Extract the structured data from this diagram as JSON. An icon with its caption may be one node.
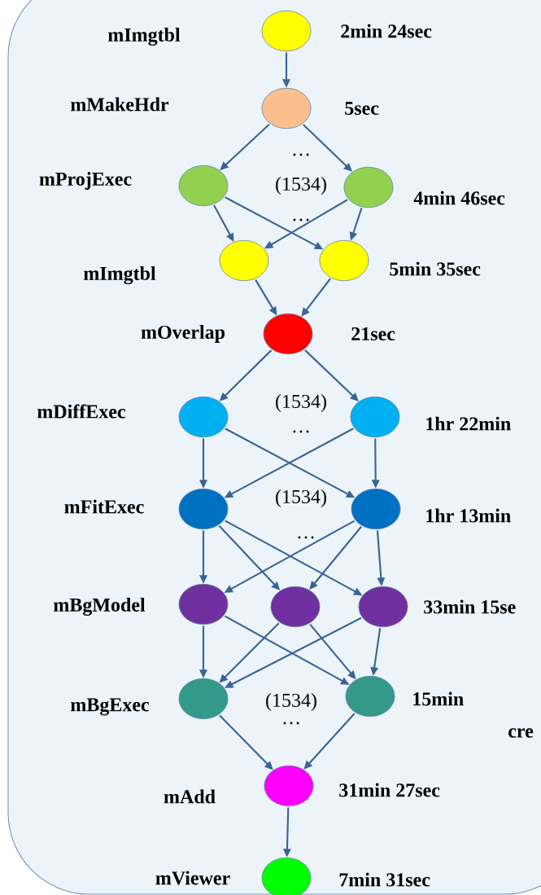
{
  "diagram": {
    "nodes": [
      {
        "text": [],
        "shape": "circle",
        "beside": [
          "2min 24sec"
        ]
      },
      {
        "text": [],
        "shape": "circle",
        "beside": [
          "5sec"
        ]
      },
      {
        "text": [],
        "shape": "circle",
        "beside": [
          "mProjExec"
        ]
      },
      {
        "text": [],
        "shape": "circle",
        "beside": [
          "4min 46sec"
        ]
      },
      {
        "text": [],
        "shape": "circle",
        "beside": [
          "mImgtbl"
        ]
      },
      {
        "text": [],
        "shape": "circle",
        "beside": [
          "5min 35sec"
        ]
      },
      {
        "text": [],
        "shape": "circle",
        "beside": [
          "mOverlap",
          "21sec"
        ]
      },
      {
        "text": [],
        "shape": "circle",
        "beside": [
          "mDiffExec"
        ]
      },
      {
        "text": [],
        "shape": "circle",
        "beside": [
          "1hr 22min"
        ]
      },
      {
        "text": [],
        "shape": "circle",
        "beside": [
          "mFitExec"
        ]
      },
      {
        "text": [],
        "shape": "circle",
        "beside": [
          "1hr 13min"
        ]
      },
      {
        "text": [],
        "shape": "circle",
        "beside": [
          "mBgModel"
        ]
      },
      {
        "text": [],
        "shape": "circle"
      },
      {
        "text": [],
        "shape": "circle",
        "beside": [
          "33min 15se"
        ]
      },
      {
        "text": [],
        "shape": "circle",
        "beside": [
          "mBgExec"
        ]
      },
      {
        "text": [],
        "shape": "circle",
        "beside": [
          "15min"
        ]
      },
      {
        "text": [],
        "shape": "circle",
        "beside": [
          "mAdd",
          "31min 27sec"
        ]
      },
      {
        "text": [],
        "shape": "circle",
        "beside": [
          "mViewer",
          "7min 31sec"
        ]
      }
    ],
    "edges": [
      {
        "from": 0,
        "to": 1,
        "arrow": "to"
      },
      {
        "from": 1,
        "to": 2,
        "arrow": "to"
      },
      {
        "from": 1,
        "to": 3,
        "arrow": "to"
      },
      {
        "from": 2,
        "to": 4,
        "arrow": "to"
      },
      {
        "from": 2,
        "to": 5,
        "arrow": "to"
      },
      {
        "from": 3,
        "to": 4,
        "arrow": "to"
      },
      {
        "from": 3,
        "to": 5,
        "arrow": "to"
      },
      {
        "from": 4,
        "to": 6,
        "arrow": "to"
      },
      {
        "from": 5,
        "to": 6,
        "arrow": "to"
      },
      {
        "from": 6,
        "to": 7,
        "arrow": "to"
      },
      {
        "from": 6,
        "to": 8,
        "arrow": "to"
      },
      {
        "from": 7,
        "to": 9,
        "arrow": "to"
      },
      {
        "from": 7,
        "to": 10,
        "arrow": "to"
      },
      {
        "from": 8,
        "to": 9,
        "arrow": "to"
      },
      {
        "from": 8,
        "to": 10,
        "arrow": "to"
      },
      {
        "from": 9,
        "to": 11,
        "arrow": "to"
      },
      {
        "from": 9,
        "to": 12,
        "arrow": "to"
      },
      {
        "from": 9,
        "to": 13,
        "arrow": "to"
      },
      {
        "from": 10,
        "to": 11,
        "arrow": "to"
      },
      {
        "from": 10,
        "to": 12,
        "arrow": "to"
      },
      {
        "from": 10,
        "to": 13,
        "arrow": "to"
      },
      {
        "from": 11,
        "to": 14,
        "arrow": "to"
      },
      {
        "from": 11,
        "to": 15,
        "arrow": "to"
      },
      {
        "from": 12,
        "to": 14,
        "arrow": "to"
      },
      {
        "from": 12,
        "to": 15,
        "arrow": "to"
      },
      {
        "from": 13,
        "to": 14,
        "arrow": "to"
      },
      {
        "from": 13,
        "to": 15,
        "arrow": "to"
      },
      {
        "from": 14,
        "to": 16,
        "arrow": "to"
      },
      {
        "from": 15,
        "to": 16,
        "arrow": "to"
      },
      {
        "from": 16,
        "to": 17,
        "arrow": "to"
      }
    ],
    "labels": [
      "mImgtbl",
      "mMakeHdr",
      "…",
      "(1534)",
      "…",
      "(1534)",
      "…",
      "(1534)",
      "…",
      "(1534)",
      "…",
      "cre"
    ]
  }
}
